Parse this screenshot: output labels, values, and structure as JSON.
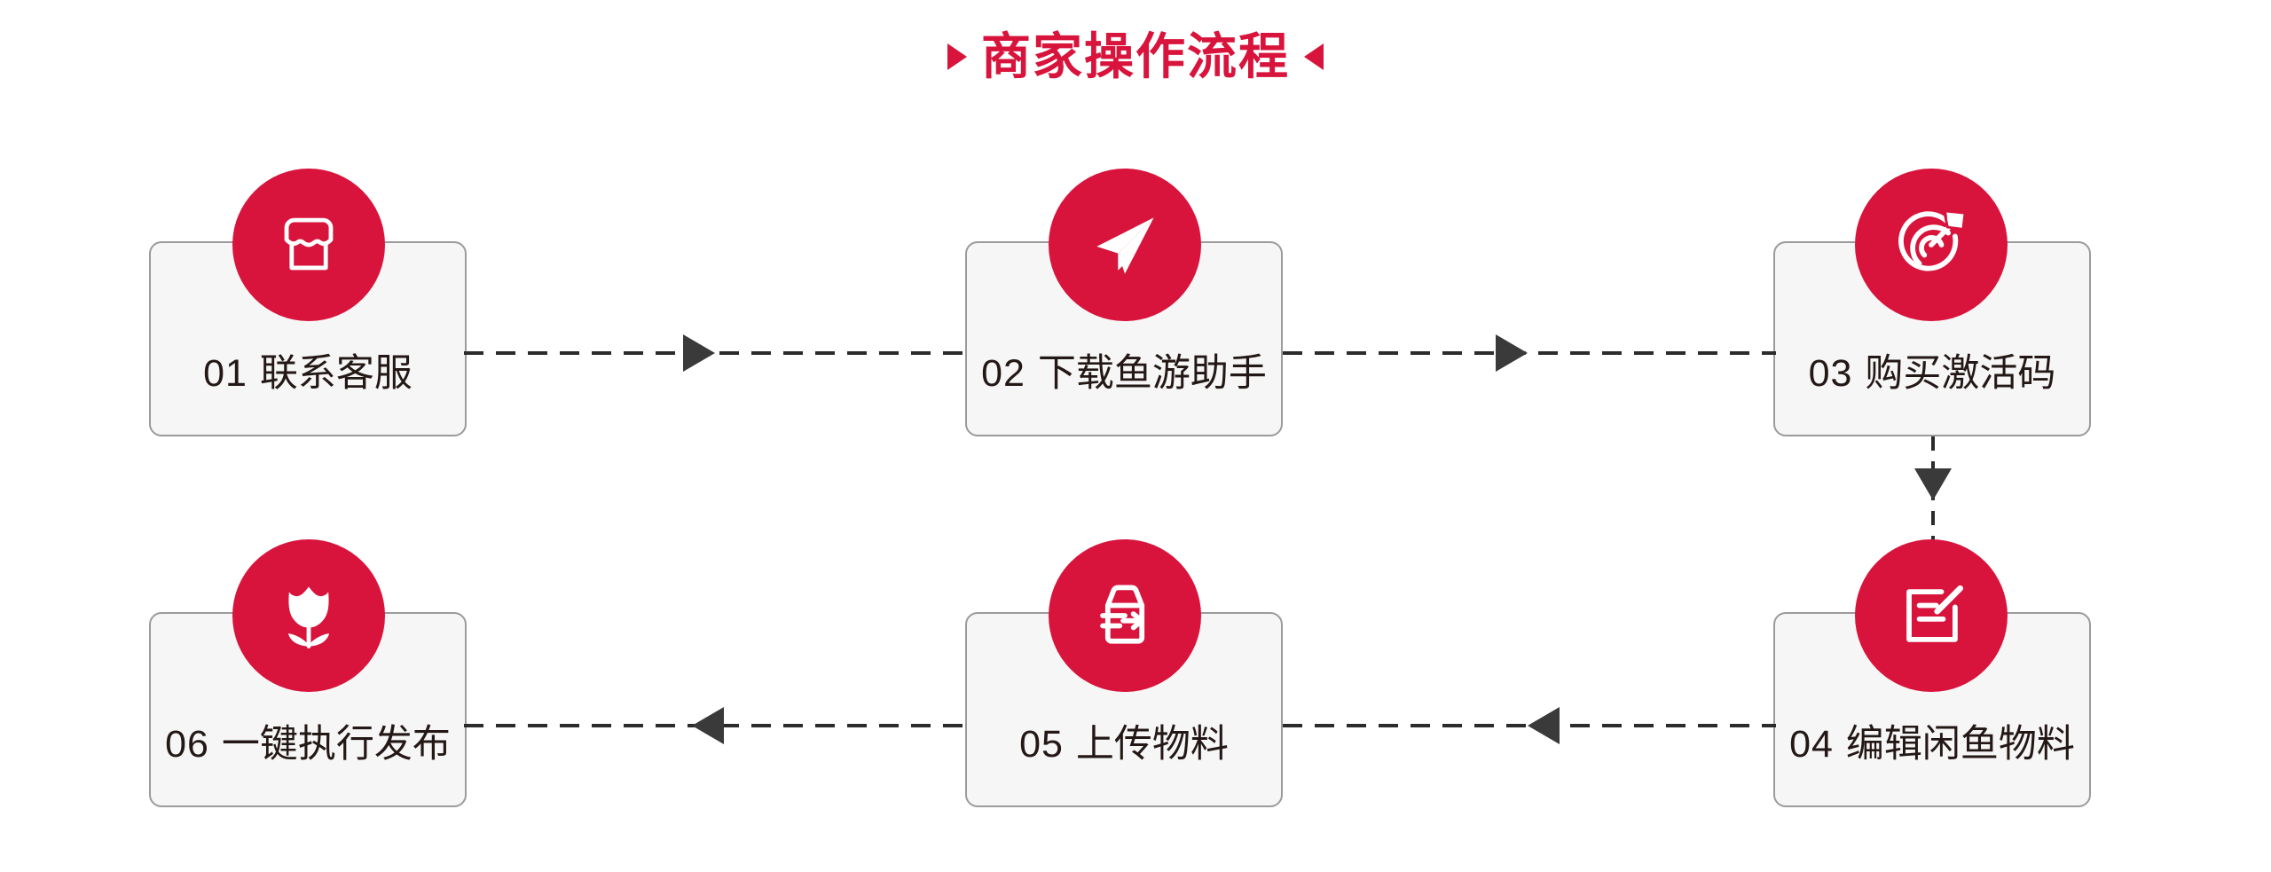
{
  "header": {
    "title": "商家操作流程",
    "accent_color": "#d8143c",
    "left_marker": "triangle-right",
    "right_marker": "triangle-left"
  },
  "theme": {
    "accent": "#d8143c",
    "card_bg": "#f6f6f6",
    "card_border": "#9b9b9b",
    "text": "#231815",
    "connector": "#2b2b2b",
    "page_bg": "#ffffff"
  },
  "steps": [
    {
      "number": "01",
      "label": "联系客服",
      "icon": "storefront-icon"
    },
    {
      "number": "02",
      "label": "下载鱼游助手",
      "icon": "paper-plane-icon"
    },
    {
      "number": "03",
      "label": "购买激活码",
      "icon": "target-arrow-icon"
    },
    {
      "number": "04",
      "label": "编辑闲鱼物料",
      "icon": "edit-document-icon"
    },
    {
      "number": "05",
      "label": "上传物料",
      "icon": "archive-box-arrow-icon"
    },
    {
      "number": "06",
      "label": "一键执行发布",
      "icon": "tulip-flower-icon"
    }
  ],
  "connectors": [
    {
      "from": "01",
      "to": "02",
      "direction": "right"
    },
    {
      "from": "02",
      "to": "03",
      "direction": "right"
    },
    {
      "from": "03",
      "to": "04",
      "direction": "down"
    },
    {
      "from": "04",
      "to": "05",
      "direction": "left"
    },
    {
      "from": "05",
      "to": "06",
      "direction": "left"
    }
  ]
}
